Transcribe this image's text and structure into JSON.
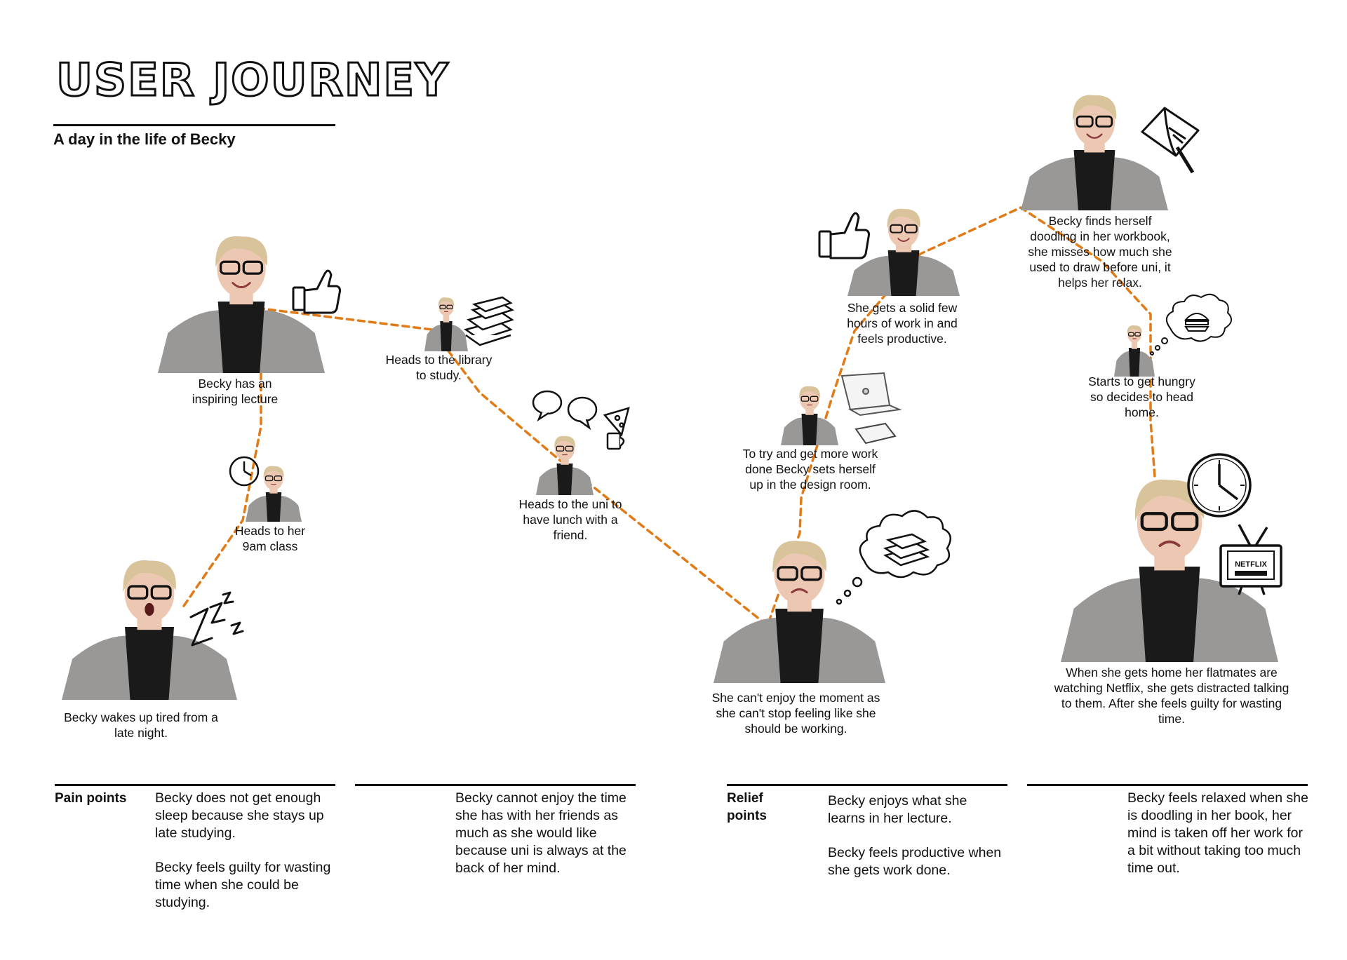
{
  "header": {
    "title": "USER JOURNEY",
    "subtitle": "A day in the life of Becky"
  },
  "colors": {
    "path": "#e07b17",
    "ink": "#111111",
    "sweater": "#9a9896",
    "scarf": "#1a1a1a",
    "skin": "#ecc8b2",
    "hair": "#d8c39b"
  },
  "steps": [
    {
      "id": "wake",
      "caption": "Becky wakes up tired from a late night.",
      "mood": "tired",
      "icon": "zzz-icon"
    },
    {
      "id": "class",
      "caption": "Heads to her 9am class",
      "mood": "neutral",
      "icon": "clock-icon"
    },
    {
      "id": "lecture",
      "caption": "Becky has an inspiring lecture",
      "mood": "inspired",
      "icon": "thumbs-up-icon"
    },
    {
      "id": "library",
      "caption": "Heads to the library to study.",
      "mood": "neutral",
      "icon": "books-icon"
    },
    {
      "id": "lunch",
      "caption": "Heads to the uni to have lunch with a friend.",
      "mood": "neutral",
      "icon": "chat-bubbles-icon"
    },
    {
      "id": "guilt",
      "caption": "She can't enjoy the moment as she can't stop feeling like she should be working.",
      "mood": "worried",
      "icon": "thought-books-icon"
    },
    {
      "id": "design-room",
      "caption": "To try and get more work done Becky sets herself up in the design room.",
      "mood": "neutral",
      "icon": "laptop-icon"
    },
    {
      "id": "productive",
      "caption": "She gets a solid few hours of work in and feels productive.",
      "mood": "happy",
      "icon": "thumbs-up-icon"
    },
    {
      "id": "doodle",
      "caption": "Becky finds herself doodling in her workbook, she misses how much she used to draw before uni, it helps her relax.",
      "mood": "happy",
      "icon": "sketchbook-icon"
    },
    {
      "id": "hungry",
      "caption": "Starts to get hungry so decides to head home.",
      "mood": "neutral",
      "icon": "thought-burger-icon"
    },
    {
      "id": "netflix",
      "caption": "When she gets home her flatmates are watching Netflix, she gets distracted talking to them. After she feels guilty for wasting time.",
      "mood": "worried",
      "icon": "tv-icon",
      "tv_label": "NETFLIX"
    }
  ],
  "pain_points": {
    "label": "Pain points",
    "items": [
      "Becky does not get enough sleep because she stays up late studying.",
      "Becky feels guilty for wasting time when she could be studying.",
      "Becky cannot enjoy the time she has with her friends as much as she would like because uni is always at the back of her mind."
    ]
  },
  "relief_points": {
    "label": "Relief points",
    "items": [
      "Becky enjoys what she learns in her lecture.",
      "Becky feels productive when she gets work done.",
      "Becky feels relaxed when she is doodling in her book, her mind is taken off her work for a bit without taking too much time out."
    ]
  }
}
